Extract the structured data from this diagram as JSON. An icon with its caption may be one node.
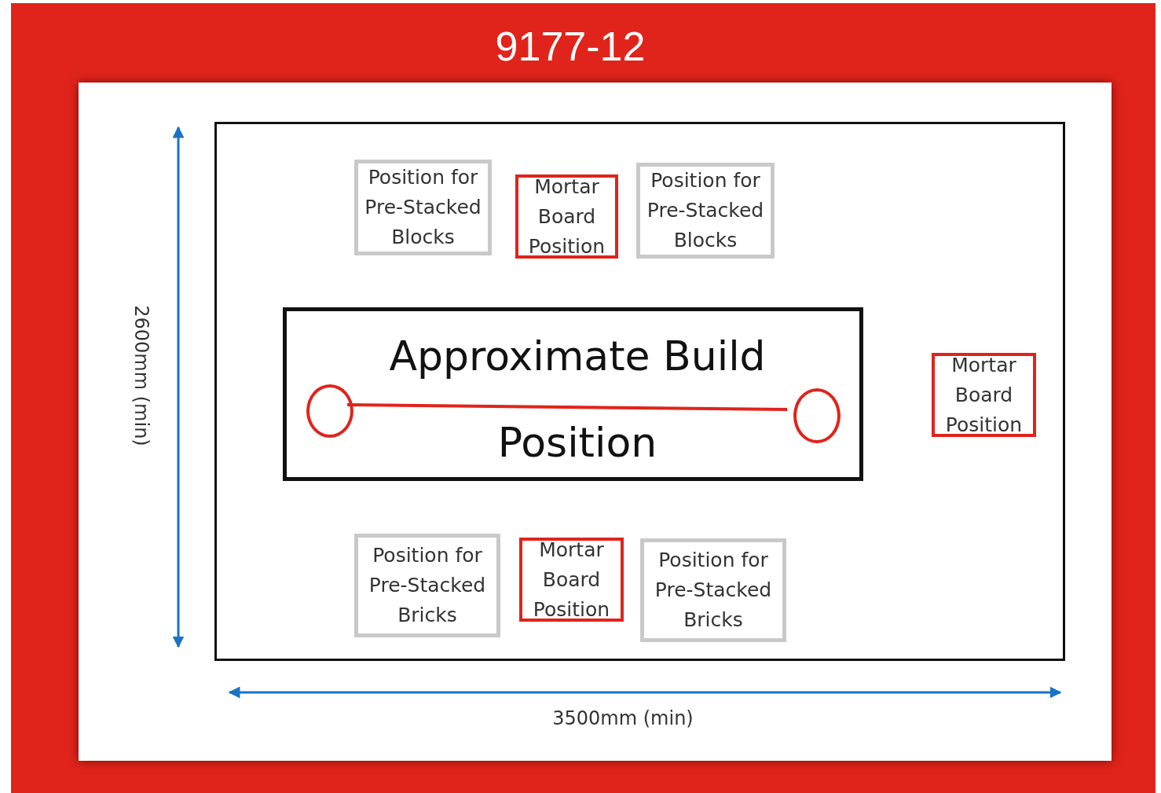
{
  "diagram": {
    "title": "9177-12",
    "nodes": [
      {
        "text": [],
        "shape": "box"
      },
      {
        "text": [
          "Position for Pre-Stacked Blocks"
        ],
        "in": 0
      },
      {
        "text": [
          "Mortar Board Position"
        ],
        "in": 0
      },
      {
        "text": [
          "Position for Pre-Stacked Blocks"
        ],
        "in": 0
      },
      {
        "text": [
          "Approximate Build Position"
        ],
        "in": 0
      },
      {
        "text": [],
        "shape": "circle",
        "in": 4
      },
      {
        "text": [],
        "shape": "circle",
        "in": 4
      },
      {
        "text": [
          "Mortar Board Position"
        ],
        "in": 0
      },
      {
        "text": [
          "Position for Pre-Stacked Bricks"
        ],
        "in": 0
      },
      {
        "text": [
          "Mortar Board Position"
        ],
        "in": 0
      },
      {
        "text": [
          "Position for Pre-Stacked Bricks"
        ],
        "in": 0
      }
    ],
    "edges": [
      {
        "from": 5,
        "to": 6,
        "arrow": "none"
      }
    ],
    "labels": [
      "2600mm (min)",
      "3500mm (min)"
    ]
  }
}
